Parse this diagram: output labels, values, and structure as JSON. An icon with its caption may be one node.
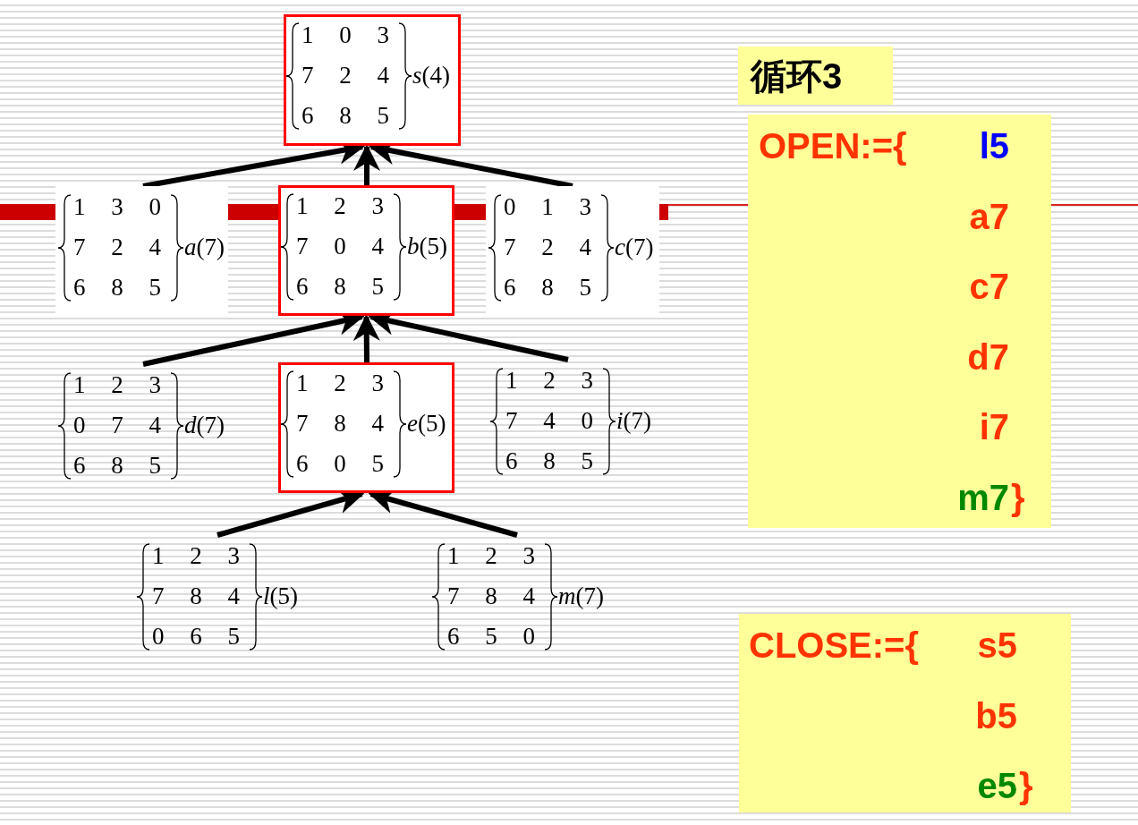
{
  "diagram": {
    "nodes": [
      {
        "text": [
          "1 0 3",
          "7 2 4",
          "6 8 5",
          "*s*(4)"
        ]
      },
      {
        "text": [
          "1 3 0",
          "7 2 4",
          "6 8 5",
          "*a*(7)"
        ]
      },
      {
        "text": [
          "1 2 3",
          "7 0 4",
          "6 8 5",
          "*b*(5)"
        ]
      },
      {
        "text": [
          "0 1 3",
          "7 2 4",
          "6 8 5",
          "*c*(7)"
        ]
      },
      {
        "text": [
          "1 2 3",
          "0 7 4",
          "6 8 5",
          "*d*(7)"
        ]
      },
      {
        "text": [
          "1 2 3",
          "7 8 4",
          "6 0 5",
          "*e*(5)"
        ]
      },
      {
        "text": [
          "1 2 3",
          "7 4 0",
          "6 8 5",
          "*i*(7)"
        ]
      },
      {
        "text": [
          "1 2 3",
          "7 8 4",
          "0 6 5",
          "*l*(5)"
        ]
      },
      {
        "text": [
          "1 2 3",
          "7 8 4",
          "6 5 0",
          "*m*(7)"
        ]
      },
      {
        "text": [
          "循环3"
        ]
      },
      {
        "text": [
          "OPEN:={",
          "l5",
          "a7",
          "c7",
          "d7",
          "i7",
          "m7",
          "}"
        ]
      },
      {
        "text": [
          "CLOSE:={",
          "s5",
          "b5",
          "e5",
          "}"
        ]
      }
    ],
    "edges": [
      {
        "from": 1,
        "to": 0,
        "arrow": "to"
      },
      {
        "from": 2,
        "to": 0,
        "arrow": "to"
      },
      {
        "from": 3,
        "to": 0,
        "arrow": "to"
      },
      {
        "from": 4,
        "to": 2,
        "arrow": "to"
      },
      {
        "from": 5,
        "to": 2,
        "arrow": "to"
      },
      {
        "from": 6,
        "to": 2,
        "arrow": "to"
      },
      {
        "from": 7,
        "to": 5,
        "arrow": "to"
      },
      {
        "from": 8,
        "to": 5,
        "arrow": "to"
      }
    ]
  }
}
